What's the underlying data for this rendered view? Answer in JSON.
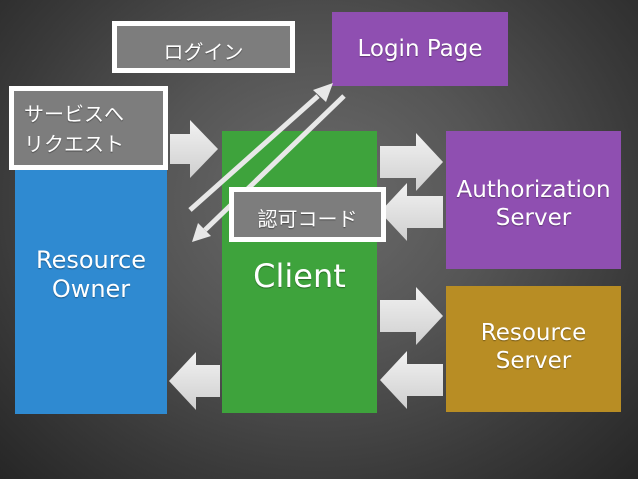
{
  "nodes": {
    "resource_owner": "Resource\nOwner",
    "client": "Client",
    "authorization_server": "Authorization\nServer",
    "resource_server": "Resource\nServer",
    "login_page": "Login Page"
  },
  "labels": {
    "login": "ログイン",
    "service_request": "サービスへ\nリクエスト",
    "auth_code": "認可コード"
  },
  "colors": {
    "resource_owner": "#2f8ad1",
    "client": "#3ea33c",
    "authorization_server": "#8f4fb1",
    "resource_server": "#b88d24",
    "login_page": "#8f4fb1",
    "arrow": "#e6e6e6",
    "label_bg": "#7d7d7d"
  }
}
